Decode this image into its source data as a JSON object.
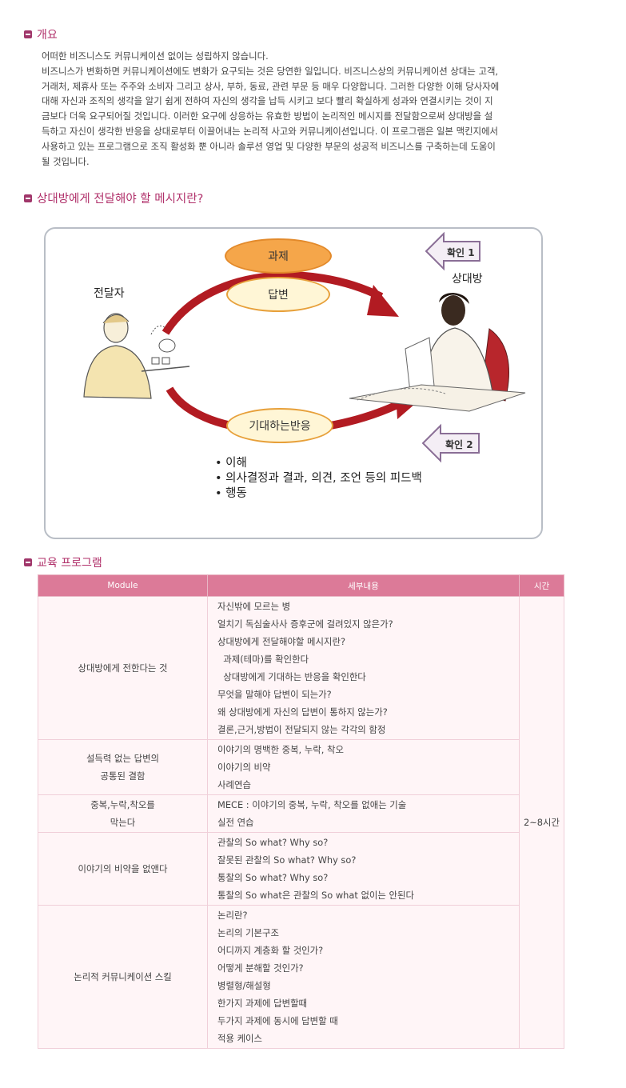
{
  "sections": {
    "overview_title": "개요",
    "diagram_title": "상대방에게 전달해야 할 메시지란?",
    "program_title": "교육 프로그램"
  },
  "overview": [
    "어떠한 비즈니스도 커뮤니케이션 없이는 성립하지 않습니다.",
    "비즈니스가 변화하면 커뮤니케이션에도 변화가 요구되는 것은 당연한 일입니다. 비즈니스상의 커뮤니케이션 상대는 고객,",
    "거래처, 제휴사 또는 주주와 소비자 그리고 상사, 부하, 동료, 관련 부문 등 매우 다양합니다. 그러한 다양한 이해 당사자에",
    "대해 자신과 조직의 생각을 알기 쉽게 전하여 자신의 생각을 납득 시키고 보다 빨리 확실하게 성과와 연결시키는 것이 지",
    "금보다 더욱 요구되어질 것입니다. 이러한 요구에 상응하는 유효한 방법이 논리적인 메시지를 전달함으로써 상대방을 설",
    "득하고 자신이 생각한 반응을 상대로부터 이끌어내는 논리적 사고와 커뮤니케이션입니다. 이 프로그램은 일본 맥킨지에서",
    "사용하고 있는 프로그램으로 조직 활성화 뿐 아니라 솔루션 영업 및 다양한 부문의 성공적 비즈니스를 구축하는데 도움이",
    "될 것입니다."
  ],
  "diagram": {
    "sender": "전달자",
    "receiver": "상대방",
    "task": "과제",
    "answer": "답변",
    "reaction": "기대하는반응",
    "check1": "확인 1",
    "check2": "확인 2",
    "bullets": [
      "• 이해",
      "• 의사결정과 결과, 의견, 조언 등의 피드백",
      "• 행동"
    ]
  },
  "table": {
    "headers": [
      "Module",
      "세부내용",
      "시간"
    ],
    "time": "2~8시간",
    "rows": [
      {
        "module": [
          "상대방에게 전한다는 것"
        ],
        "details": [
          "자신밖에 모르는 병",
          "얼치기 독심술사사 증후군에 걸려있지 않은가?",
          "상대방에게 전달해야할 메시지란?",
          "  과제(테마)를 확인한다",
          "  상대방에게 기대하는 반응을 확인한다",
          "무엇을 말해야 답변이 되는가?",
          "왜 상대방에게 자신의 답변이 통하지 않는가?",
          "결론,근거,방법이 전달되지 않는 각각의 함정"
        ]
      },
      {
        "module": [
          "설득력 없는 답변의",
          "공통된 결함"
        ],
        "details": [
          "이야기의 명백한 중복, 누락, 착오",
          "이야기의 비약",
          "사례연습"
        ]
      },
      {
        "module": [
          "중복,누락,착오를",
          "막는다"
        ],
        "details": [
          "MECE : 이야기의 중복, 누락, 착오를 없애는 기술",
          "실전 연습"
        ]
      },
      {
        "module": [
          "이야기의 비약을 없앤다"
        ],
        "details": [
          "관찰의 So what? Why so?",
          "잘못된 관찰의 So what? Why so?",
          "통찰의 So what? Why so?",
          "통찰의 So what은 관찰의 So what 없이는 안된다"
        ]
      },
      {
        "module": [
          "논리적 커뮤니케이션 스킬"
        ],
        "details": [
          "논리란?",
          "논리의 기본구조",
          "어디까지 계층화 할 것인가?",
          "어떻게 분해할 것인가?",
          "병렬형/해설형",
          "한가지 과제에 답변할때",
          "두가지 과제에 동시에 답변할 때",
          "적용 케이스"
        ]
      }
    ]
  }
}
